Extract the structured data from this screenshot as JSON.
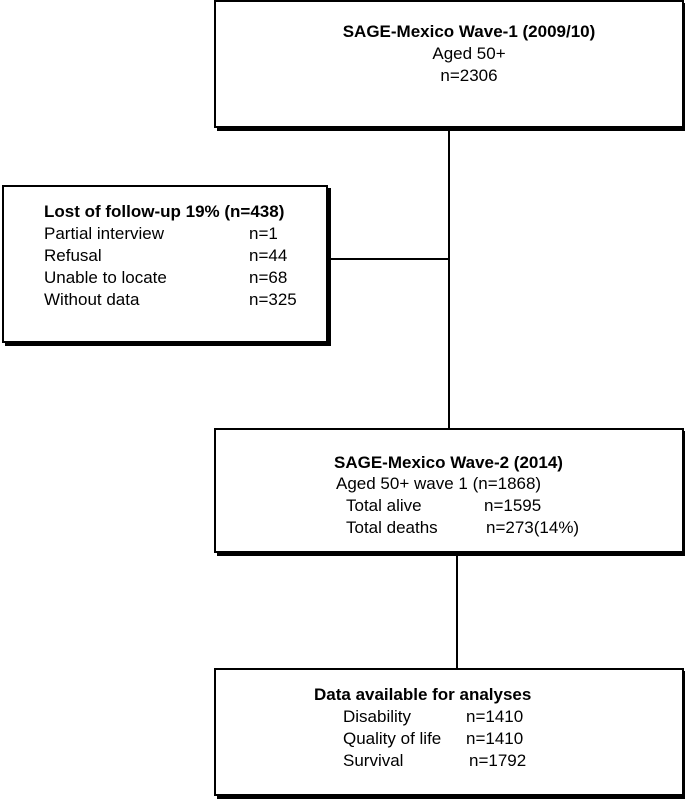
{
  "wave1": {
    "title": "SAGE-Mexico Wave-1 (2009/10)",
    "line2": "Aged 50+",
    "line3": "n=2306"
  },
  "lost": {
    "title": "Lost of follow-up 19% (n=438)",
    "rows": [
      {
        "label": "Partial interview",
        "value": "n=1"
      },
      {
        "label": "Refusal",
        "value": "n=44"
      },
      {
        "label": "Unable to locate",
        "value": "n=68"
      },
      {
        "label": "Without data",
        "value": "n=325"
      }
    ]
  },
  "wave2": {
    "title": "SAGE-Mexico Wave-2 (2014)",
    "line2": "Aged 50+ wave 1 (n=1868)",
    "rows": [
      {
        "label": "Total alive",
        "value": "n=1595"
      },
      {
        "label": "Total deaths",
        "value": "n=273(14%)"
      }
    ]
  },
  "analyses": {
    "title": "Data available for analyses",
    "rows": [
      {
        "label": "Disability",
        "value": "n=1410"
      },
      {
        "label": "Quality of life",
        "value": "n=1410"
      },
      {
        "label": "Survival",
        "value": "n=1792"
      }
    ]
  }
}
